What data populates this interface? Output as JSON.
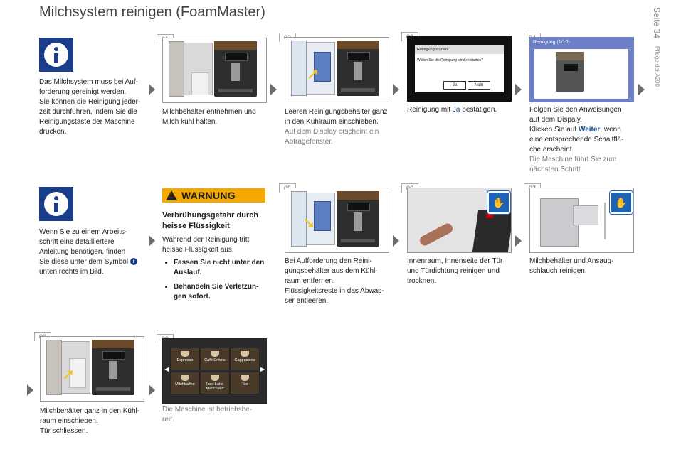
{
  "header": {
    "title": "Milchsystem reinigen (FoamMaster)",
    "page": "Seite 34",
    "doc": "Pflege der A200"
  },
  "info1": {
    "lines": [
      "Das Milchsystem muss bei Auf-",
      "forderung gereinigt werden.",
      "Sie können die Reinigung jeder-",
      "zeit durchführen, indem Sie die",
      "Reinigungstaste der Maschine",
      "drücken."
    ]
  },
  "info2": {
    "lines": [
      "Wenn Sie zu einem Arbeits-",
      "schritt eine detailliertere",
      "Anleitung benötigen, finden",
      "Sie diese unter dem Symbol"
    ],
    "last": "unten rechts im Bild.",
    "symbol": "i"
  },
  "steps": {
    "s01": {
      "num": "01",
      "lines": [
        "Milchbehälter entnehmen und",
        "Milch kühl halten."
      ]
    },
    "s02": {
      "num": "02",
      "lines": [
        "Leeren Reinigungsbehälter ganz",
        "in den Kühlraum einschieben."
      ],
      "gray": [
        "Auf dem Display erscheint ein",
        "Abfragefenster."
      ]
    },
    "s03": {
      "num": "03",
      "lines_pre": "Reinigung mit ",
      "hl": "Ja",
      "lines_post": " bestätigen.",
      "dialog": {
        "title": "Reinigung starten",
        "question": "Wollen Sie die Reinigung wirklich starten?",
        "yes": "Ja",
        "no": "Nein"
      }
    },
    "s04": {
      "num": "04",
      "screen_title": "Reinigung (1/10)",
      "lines": [
        "Folgen Sie den Anweisungen",
        "auf dem Dispaly."
      ],
      "line3_pre": "Klicken Sie auf ",
      "line3_hl": "Weiter",
      "line3_post": ", wenn",
      "lines2": [
        "eine entsprechende Schaltflä-",
        "che erscheint."
      ],
      "gray": [
        "Die Maschine führt Sie zum",
        "nächsten Schritt."
      ]
    },
    "s05": {
      "num": "05",
      "lines": [
        "Bei Aufforderung den Reini-",
        "gungsbehälter aus dem Kühl-",
        "raum entfernen.",
        "Flüssigkeitsreste in das Abwas-",
        "ser entleeren."
      ]
    },
    "s06": {
      "num": "06",
      "lines": [
        "Innenraum, Innenseite der Tür",
        "und Türdichtung reinigen und",
        "trocknen."
      ]
    },
    "s07": {
      "num": "07",
      "lines": [
        "Milchbehälter und Ansaug-",
        "schlauch reinigen."
      ]
    },
    "s08": {
      "num": "08",
      "lines": [
        "Milchbehälter ganz in den Kühl-",
        "raum einschieben.",
        "Tür schliessen."
      ]
    },
    "s09": {
      "num": "09",
      "gray": [
        "Die Maschine ist betriebsbe-",
        "reit."
      ],
      "tiles": [
        "Espresso",
        "Café Crème",
        "Cappuccino",
        "Milchkaffee",
        "Iced Latte Macchiato",
        "Tee"
      ]
    }
  },
  "warning": {
    "label": "WARNUNG",
    "heading": [
      "Verbrühungsgefahr durch",
      "heisse Flüssigkeit"
    ],
    "text": [
      "Während der Reinigung tritt",
      "heisse Flüssigkeit aus."
    ],
    "bullets": [
      [
        "Fassen Sie nicht unter den",
        "Auslauf."
      ],
      [
        "Behandeln Sie Verletzun-",
        "gen sofort."
      ]
    ]
  },
  "colors": {
    "info_blue": "#1a3e8c",
    "warning_orange": "#f5a800",
    "highlight": "#1f4e8c"
  }
}
